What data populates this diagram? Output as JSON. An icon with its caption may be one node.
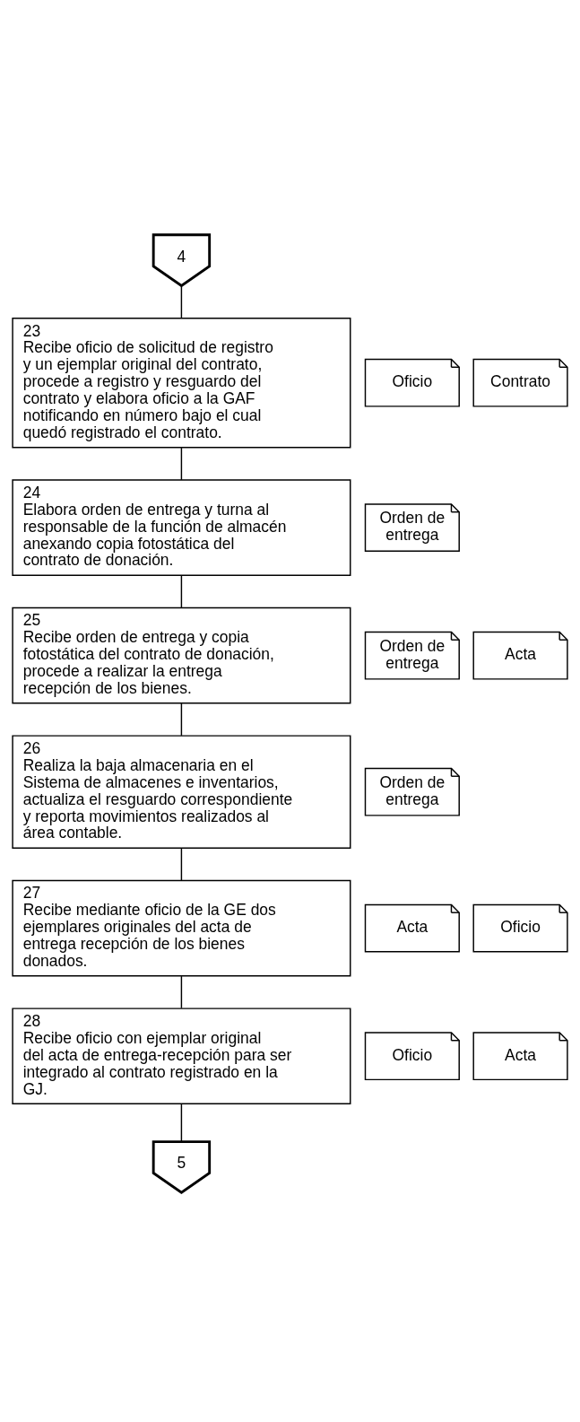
{
  "diagram": {
    "nodes": [
      {
        "text": [
          "4"
        ]
      },
      {
        "text": [
          "23",
          "Recibe oficio de solicitud de registro y un ejemplar original del contrato, procede a registro y resguardo del contrato y elabora oficio a la GAF notificando en número bajo el cual quedó registrado el contrato."
        ]
      },
      {
        "text": [
          "Oficio"
        ]
      },
      {
        "text": [
          "Contrato"
        ]
      },
      {
        "text": [
          "24",
          "Elabora orden de entrega y turna al responsable de la función de almacén anexando copia fotostática del contrato de donación."
        ]
      },
      {
        "text": [
          "Orden de entrega"
        ]
      },
      {
        "text": [
          "25",
          "Recibe orden de entrega y copia fotostática del contrato de donación, procede a realizar la entrega recepción de los bienes."
        ]
      },
      {
        "text": [
          "Orden de entrega"
        ]
      },
      {
        "text": [
          "Acta"
        ]
      },
      {
        "text": [
          "26",
          "Realiza la baja almacenaria en el Sistema de almacenes e inventarios, actualiza el resguardo correspondiente y reporta movimientos realizados al área contable."
        ]
      },
      {
        "text": [
          "Orden de entrega"
        ]
      },
      {
        "text": [
          "27",
          "Recibe mediante oficio de la GE dos ejemplares originales del acta de entrega recepción de los bienes donados."
        ]
      },
      {
        "text": [
          "Acta"
        ]
      },
      {
        "text": [
          "Oficio"
        ]
      },
      {
        "text": [
          "28",
          "Recibe oficio con ejemplar original del acta de entrega-recepción para ser integrado al contrato registrado en la GJ."
        ]
      },
      {
        "text": [
          "Oficio"
        ]
      },
      {
        "text": [
          "Acta"
        ]
      },
      {
        "text": [
          "5"
        ]
      }
    ],
    "edges": [
      {
        "from": 0,
        "to": 1,
        "arrow": "none"
      },
      {
        "from": 1,
        "to": 4,
        "arrow": "none"
      },
      {
        "from": 4,
        "to": 6,
        "arrow": "none"
      },
      {
        "from": 6,
        "to": 9,
        "arrow": "none"
      },
      {
        "from": 9,
        "to": 11,
        "arrow": "none"
      },
      {
        "from": 11,
        "to": 14,
        "arrow": "none"
      },
      {
        "from": 14,
        "to": 17,
        "arrow": "none"
      }
    ]
  }
}
